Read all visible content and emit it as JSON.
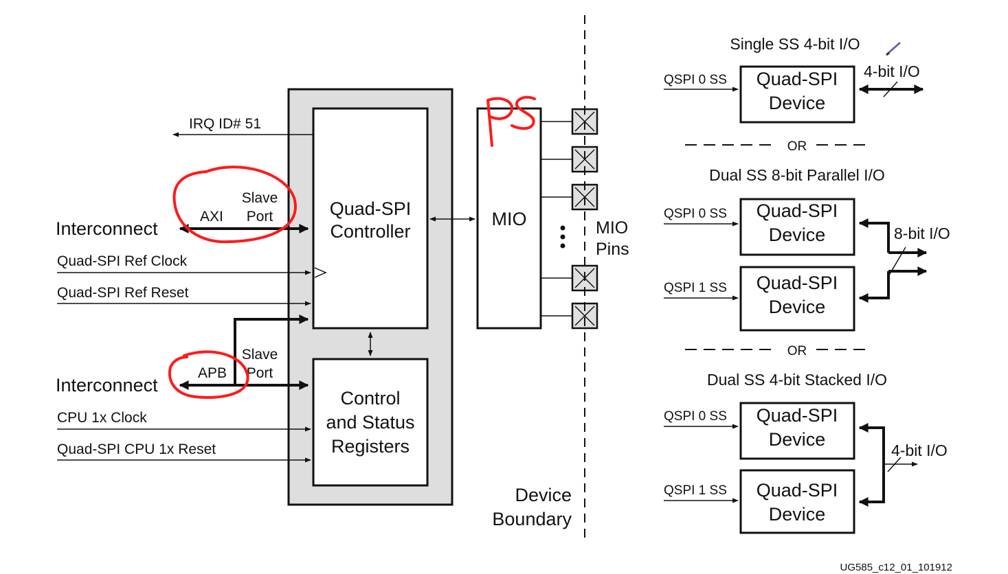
{
  "left": {
    "irq": "IRQ ID# 51",
    "axi_interconnect": "Interconnect",
    "axi": "AXI",
    "axi_slave_1": "Slave",
    "axi_slave_2": "Port",
    "ref_clock": "Quad-SPI Ref Clock",
    "ref_reset": "Quad-SPI Ref Reset",
    "apb_interconnect": "Interconnect",
    "apb": "APB",
    "apb_slave_1": "Slave",
    "apb_slave_2": "Port",
    "cpu_clock": "CPU 1x Clock",
    "cpu_reset": "Quad-SPI CPU 1x Reset"
  },
  "controller": {
    "line1": "Quad-SPI",
    "line2": "Controller"
  },
  "registers": {
    "line1": "Control",
    "line2": "and Status",
    "line3": "Registers"
  },
  "mio": {
    "label": "MIO",
    "pins_1": "MIO",
    "pins_2": "Pins"
  },
  "boundary": {
    "line1": "Device",
    "line2": "Boundary"
  },
  "right": {
    "single_title": "Single SS 4-bit I/O",
    "dual_parallel_title": "Dual SS 8-bit Parallel I/O",
    "dual_stacked_title": "Dual SS 4-bit Stacked I/O",
    "or": "OR",
    "qspi0": "QSPI 0 SS",
    "qspi1": "QSPI 1 SS",
    "dev_line1": "Quad-SPI",
    "dev_line2": "Device",
    "io4": "4-bit I/O",
    "io8": "8-bit I/O"
  },
  "annotation": {
    "handwritten": "PS"
  },
  "footer": {
    "figure_id": "UG585_c12_01_101912"
  },
  "colors": {
    "annotation_red": "#ff1a1a",
    "block_fill": "#dedede",
    "line": "#111111"
  }
}
